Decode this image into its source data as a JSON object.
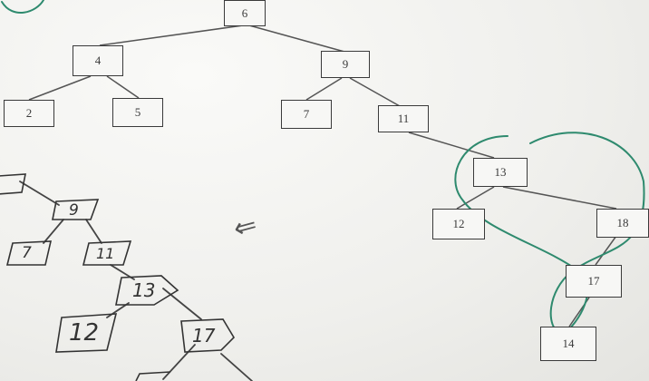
{
  "printed_tree": {
    "nodes": [
      {
        "id": "n6",
        "label": "6"
      },
      {
        "id": "n4",
        "label": "4"
      },
      {
        "id": "n9",
        "label": "9"
      },
      {
        "id": "n2",
        "label": "2"
      },
      {
        "id": "n5",
        "label": "5"
      },
      {
        "id": "n7",
        "label": "7"
      },
      {
        "id": "n11",
        "label": "11"
      },
      {
        "id": "n13",
        "label": "13"
      },
      {
        "id": "n12",
        "label": "12"
      },
      {
        "id": "n18",
        "label": "18"
      },
      {
        "id": "n17",
        "label": "17"
      },
      {
        "id": "n14",
        "label": "14"
      }
    ],
    "edges": [
      [
        "6",
        "4"
      ],
      [
        "6",
        "9"
      ],
      [
        "4",
        "2"
      ],
      [
        "4",
        "5"
      ],
      [
        "9",
        "7"
      ],
      [
        "9",
        "11"
      ],
      [
        "11",
        "13"
      ],
      [
        "13",
        "12"
      ],
      [
        "13",
        "18"
      ],
      [
        "18",
        "17"
      ],
      [
        "17",
        "14"
      ]
    ]
  },
  "handwritten_tree": {
    "nodes": [
      {
        "id": "h9",
        "label": "9"
      },
      {
        "id": "h7",
        "label": "7"
      },
      {
        "id": "h11",
        "label": "11"
      },
      {
        "id": "h13",
        "label": "13"
      },
      {
        "id": "h12",
        "label": "12"
      },
      {
        "id": "h17",
        "label": "17"
      }
    ],
    "edges": [
      [
        "9",
        "7"
      ],
      [
        "9",
        "11"
      ],
      [
        "11",
        "13"
      ],
      [
        "13",
        "12"
      ],
      [
        "13",
        "17"
      ]
    ]
  },
  "arrow_symbol": "⇐",
  "ink_colors": {
    "green": "#2e8a6e",
    "pencil": "#333333",
    "print": "#3a3a3a"
  }
}
